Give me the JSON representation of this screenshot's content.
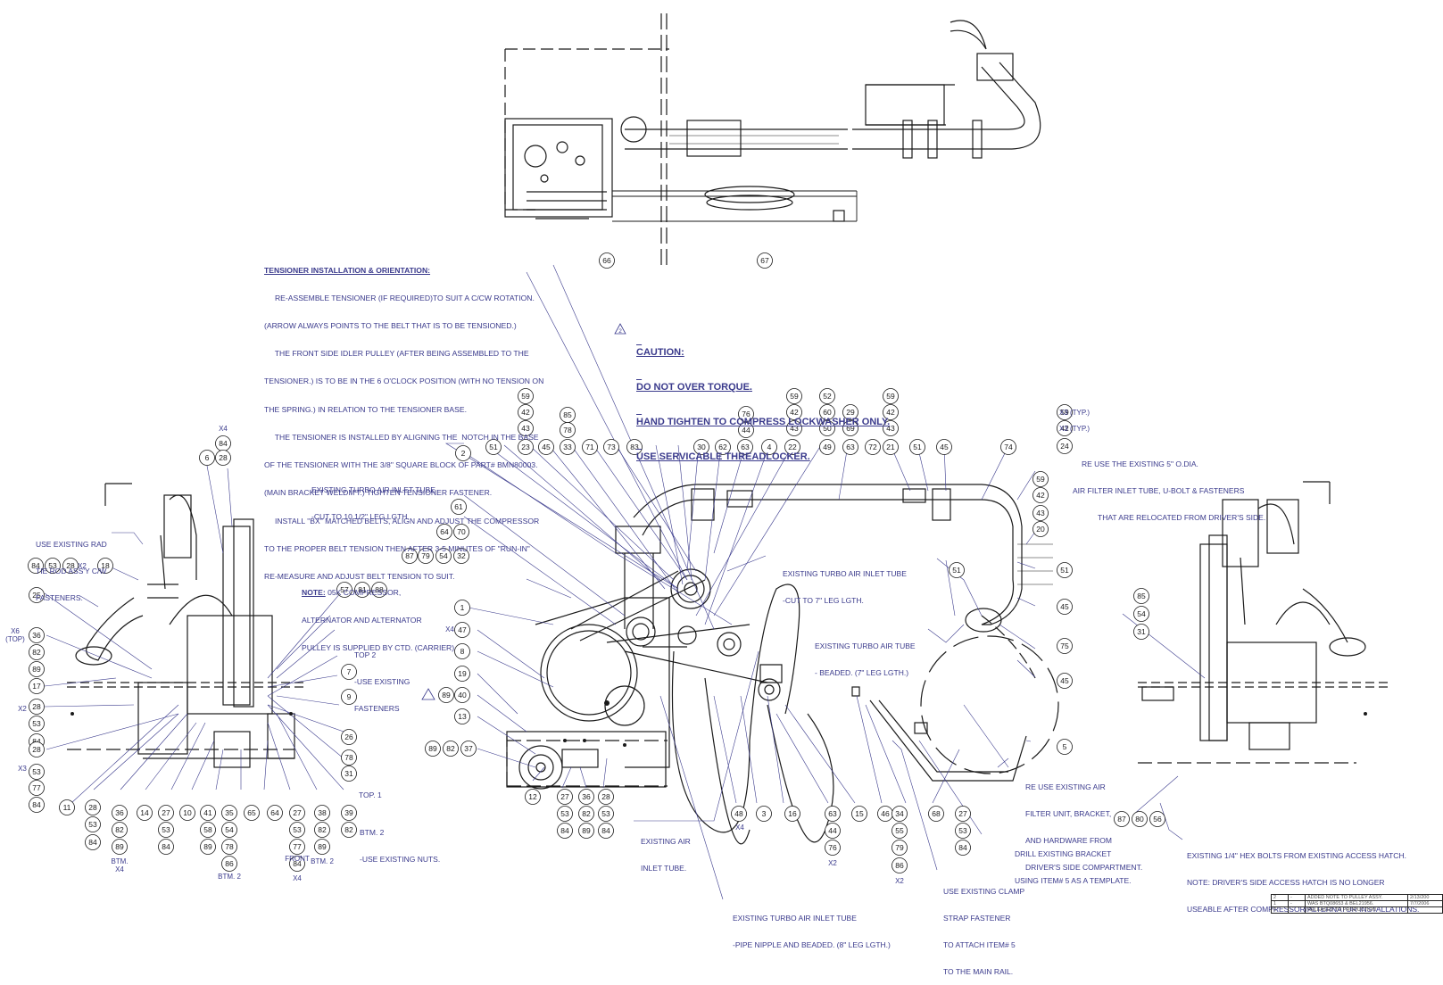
{
  "notes": {
    "tensioner": {
      "heading": "TENSIONER INSTALLATION & ORIENTATION:",
      "lines": [
        "     RE-ASSEMBLE TENSIONER (IF REQUIRED)TO SUIT A C/CW ROTATION.",
        "(ARROW ALWAYS POINTS TO THE BELT THAT IS TO BE TENSIONED.)",
        "     THE FRONT SIDE IDLER PULLEY (AFTER BEING ASSEMBLED TO THE",
        "TENSIONER.) IS TO BE IN THE 6 O'CLOCK POSITION (WITH NO TENSION ON",
        "THE SPRING.) IN RELATION TO THE TENSIONER BASE.",
        "     THE TENSIONER IS INSTALLED BY ALIGNING THE  NOTCH IN THE BASE",
        "OF THE TENSIONER WITH THE 3/8\" SQUARE BLOCK OF PART# BMN80003.",
        "(MAIN BRACKET WELDM'T.) TIGHTEN TENSIONER FASTENER.",
        "     INSTALL \"BX\" MATCHED BELTS, ALIGN AND ADJUST THE COMPRESSOR",
        "TO THE PROPER BELT TENSION THEN AFTER 3-5 MINUTES OF \"RUN-IN\"",
        "RE-MEASURE AND ADJUST BELT TENSION TO SUIT."
      ]
    },
    "caution": {
      "symbol": "2",
      "lines": [
        "CAUTION:",
        "DO NOT OVER TORQUE.",
        "HAND TIGHTEN TO COMPRESS LOCKWASHER ONLY.",
        "USE SERVICABLE THREADLOCKER."
      ]
    },
    "compressor": {
      "heading": "NOTE:",
      "lines": [
        " 05K COMPRESSOR,",
        "ALTERNATOR AND ALTERNATOR",
        "PULLEY IS SUPPLIED BY CTD. (CARRIER)"
      ]
    },
    "callouts": [
      {
        "key": "rad_tie_rod",
        "lines": [
          "USE EXISTING RAD",
          "TIE ROD ASS'Y C/W",
          "FASTENERS."
        ]
      },
      {
        "key": "turbo_10",
        "lines": [
          "EXISTING TURBO AIR INLET TUBE",
          "-CUT TO 10 1/2\" LEG LGTH."
        ]
      },
      {
        "key": "turbo_7",
        "lines": [
          "EXISTING TURBO AIR INLET TUBE",
          "-CUT TO 7\" LEG LGTH."
        ]
      },
      {
        "key": "turbo_beaded",
        "lines": [
          "EXISTING TURBO AIR TUBE",
          "- BEADED. (7\" LEG LGTH.)"
        ]
      },
      {
        "key": "reuse_5in",
        "lines": [
          "RE USE THE EXISTING 5\" O.DIA.",
          "AIR FILTER INLET TUBE, U-BOLT & FASTENERS",
          "THAT ARE RELOCATED FROM DRIVER'S SIDE."
        ]
      },
      {
        "key": "top2",
        "lines": [
          "TOP 2",
          "-USE EXISTING",
          "FASTENERS"
        ]
      },
      {
        "key": "btm2",
        "lines": [
          "BTM. 2",
          "-USE EXISTING NUTS."
        ]
      },
      {
        "key": "top1",
        "lines": [
          "TOP. 1"
        ]
      },
      {
        "key": "inlet_tube",
        "lines": [
          "EXISTING AIR",
          "INLET TUBE."
        ]
      },
      {
        "key": "pipe_nipple",
        "lines": [
          "EXISTING TURBO AIR INLET TUBE",
          "-PIPE NIPPLE AND BEADED. (8\" LEG LGTH.)"
        ]
      },
      {
        "key": "clamp_strap",
        "lines": [
          "USE EXISTING CLAMP",
          "STRAP FASTENER",
          "TO ATTACH ITEM# 5",
          "TO THE MAIN RAIL."
        ]
      },
      {
        "key": "drill_bracket",
        "lines": [
          "DRILL EXISTING BRACKET",
          "USING ITEM# 5 AS A TEMPLATE."
        ]
      },
      {
        "key": "reuse_filter",
        "lines": [
          "RE USE EXISTING AIR",
          "FILTER UNIT, BRACKET,",
          "AND HARDWARE FROM",
          "DRIVER'S SIDE COMPARTMENT."
        ]
      },
      {
        "key": "hex_bolts",
        "lines": [
          "EXISTING 1/4\" HEX BOLTS FROM EXISTING ACCESS HATCH.",
          "NOTE: DRIVER'S SIDE ACCESS HATCH IS NO LONGER",
          "USEABLE AFTER COMPRESSOR/ALTERNATOR INSTALLATIONS."
        ]
      }
    ]
  },
  "balloons": [
    "66",
    "67",
    "59",
    "42",
    "43",
    "23",
    "85",
    "78",
    "33",
    "71",
    "73",
    "45",
    "51",
    "2",
    "83",
    "30",
    "62",
    "63",
    "4",
    "76",
    "44",
    "22",
    "59",
    "42",
    "43",
    "49",
    "52",
    "60",
    "50",
    "29",
    "69",
    "63",
    "59",
    "42",
    "43",
    "21",
    "72",
    "51",
    "45",
    "74",
    "59",
    "42",
    "24",
    "59",
    "42",
    "43",
    "20",
    "51",
    "45",
    "75",
    "45",
    "5",
    "51",
    "61",
    "64",
    "70",
    "87",
    "79",
    "54",
    "32",
    "1",
    "47",
    "8",
    "19",
    "89",
    "40",
    "13",
    "89",
    "82",
    "37",
    "12",
    "27",
    "53",
    "84",
    "36",
    "82",
    "89",
    "28",
    "53",
    "84",
    "48",
    "3",
    "16",
    "63",
    "44",
    "76",
    "15",
    "46",
    "34",
    "55",
    "79",
    "86",
    "68",
    "27",
    "53",
    "84",
    "84",
    "6",
    "28",
    "84",
    "53",
    "28",
    "18",
    "25",
    "36",
    "82",
    "89",
    "17",
    "28",
    "53",
    "84",
    "28",
    "53",
    "77",
    "84",
    "57",
    "81",
    "88",
    "7",
    "9",
    "26",
    "78",
    "31",
    "11",
    "28",
    "53",
    "84",
    "36",
    "82",
    "89",
    "14",
    "27",
    "53",
    "84",
    "10",
    "41",
    "58",
    "89",
    "35",
    "54",
    "78",
    "86",
    "65",
    "64",
    "27",
    "53",
    "77",
    "84",
    "38",
    "82",
    "89",
    "39",
    "82",
    "85",
    "54",
    "31",
    "87",
    "80",
    "56"
  ],
  "qualifiers": [
    "X4",
    "X2",
    "X6",
    "(TOP)",
    "X2",
    "X3",
    "X4",
    "X4",
    "X2",
    "X2",
    "X3 (TYP.)",
    "X3 (TYP.)",
    "BTM.",
    "X4",
    "BTM. 2",
    "FRONT",
    "BTM. 2",
    "X4"
  ],
  "revision_table": {
    "rows": [
      [
        "2",
        "-",
        "ADDED NOTE TO PULLEY ASSY.",
        "2/13/200"
      ],
      [
        "1",
        "-",
        "WAS BTQ08653 & BEL21956.",
        "7/7/2006"
      ],
      [
        "0",
        "-",
        "RELEASED TO PRODUCTION",
        ""
      ]
    ]
  },
  "colors": {
    "ink": "#1a1a1a",
    "annotation": "#3a3a8c",
    "paper": "#ffffff"
  }
}
